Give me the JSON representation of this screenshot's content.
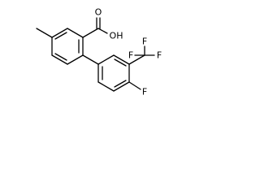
{
  "molecule": {
    "atoms": {
      "carbonyl_o": "O",
      "hydroxyl": "OH",
      "cf3_f_left": "F",
      "cf3_f_top": "F",
      "cf3_f_right": "F",
      "ring_f": "F"
    }
  }
}
